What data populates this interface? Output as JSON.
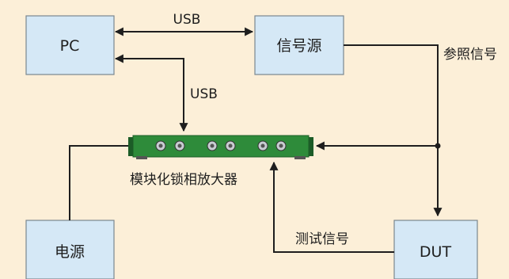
{
  "diagram": {
    "nodes": {
      "pc": "PC",
      "signal_source": "信号源",
      "lock_in_amplifier": "模块化锁相放大器",
      "power_supply": "电源",
      "dut": "DUT"
    },
    "edges": {
      "usb_top": "USB",
      "usb_middle": "USB",
      "reference_signal": "参照信号",
      "test_signal": "测试信号"
    },
    "colors": {
      "background": "#fcefd8",
      "box_fill": "#d5e8f6",
      "box_stroke": "#7a8790",
      "line": "#1e1e1e",
      "amplifier_body": "#2e8b3a",
      "amplifier_endcap": "#1c5c27",
      "connector": "#c8cdd2"
    }
  }
}
